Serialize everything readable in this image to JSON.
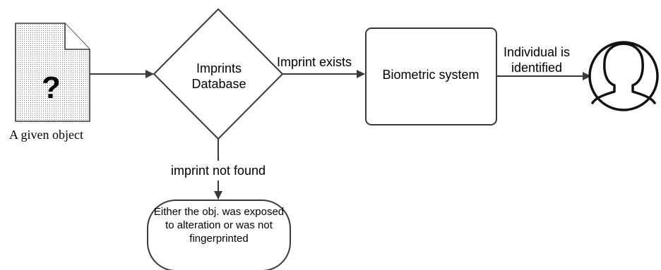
{
  "diagram": {
    "nodes": {
      "object": {
        "symbol": "?",
        "caption": "A given object"
      },
      "database": {
        "line1": "Imprints",
        "line2": "Database"
      },
      "biometric": {
        "label": "Biometric system"
      },
      "terminal": {
        "text": "Either the obj. was exposed to alteration or was not fingerprinted"
      },
      "person": {
        "icon": "person-icon"
      }
    },
    "edges": {
      "exists": {
        "label": "Imprint exists"
      },
      "identified": {
        "line1": "Individual is",
        "line2": "identified"
      },
      "not_found": {
        "label": "imprint not found"
      }
    },
    "colors": {
      "stroke": "#3a3a3a",
      "fill": "#ffffff",
      "dots": "#555555"
    }
  }
}
